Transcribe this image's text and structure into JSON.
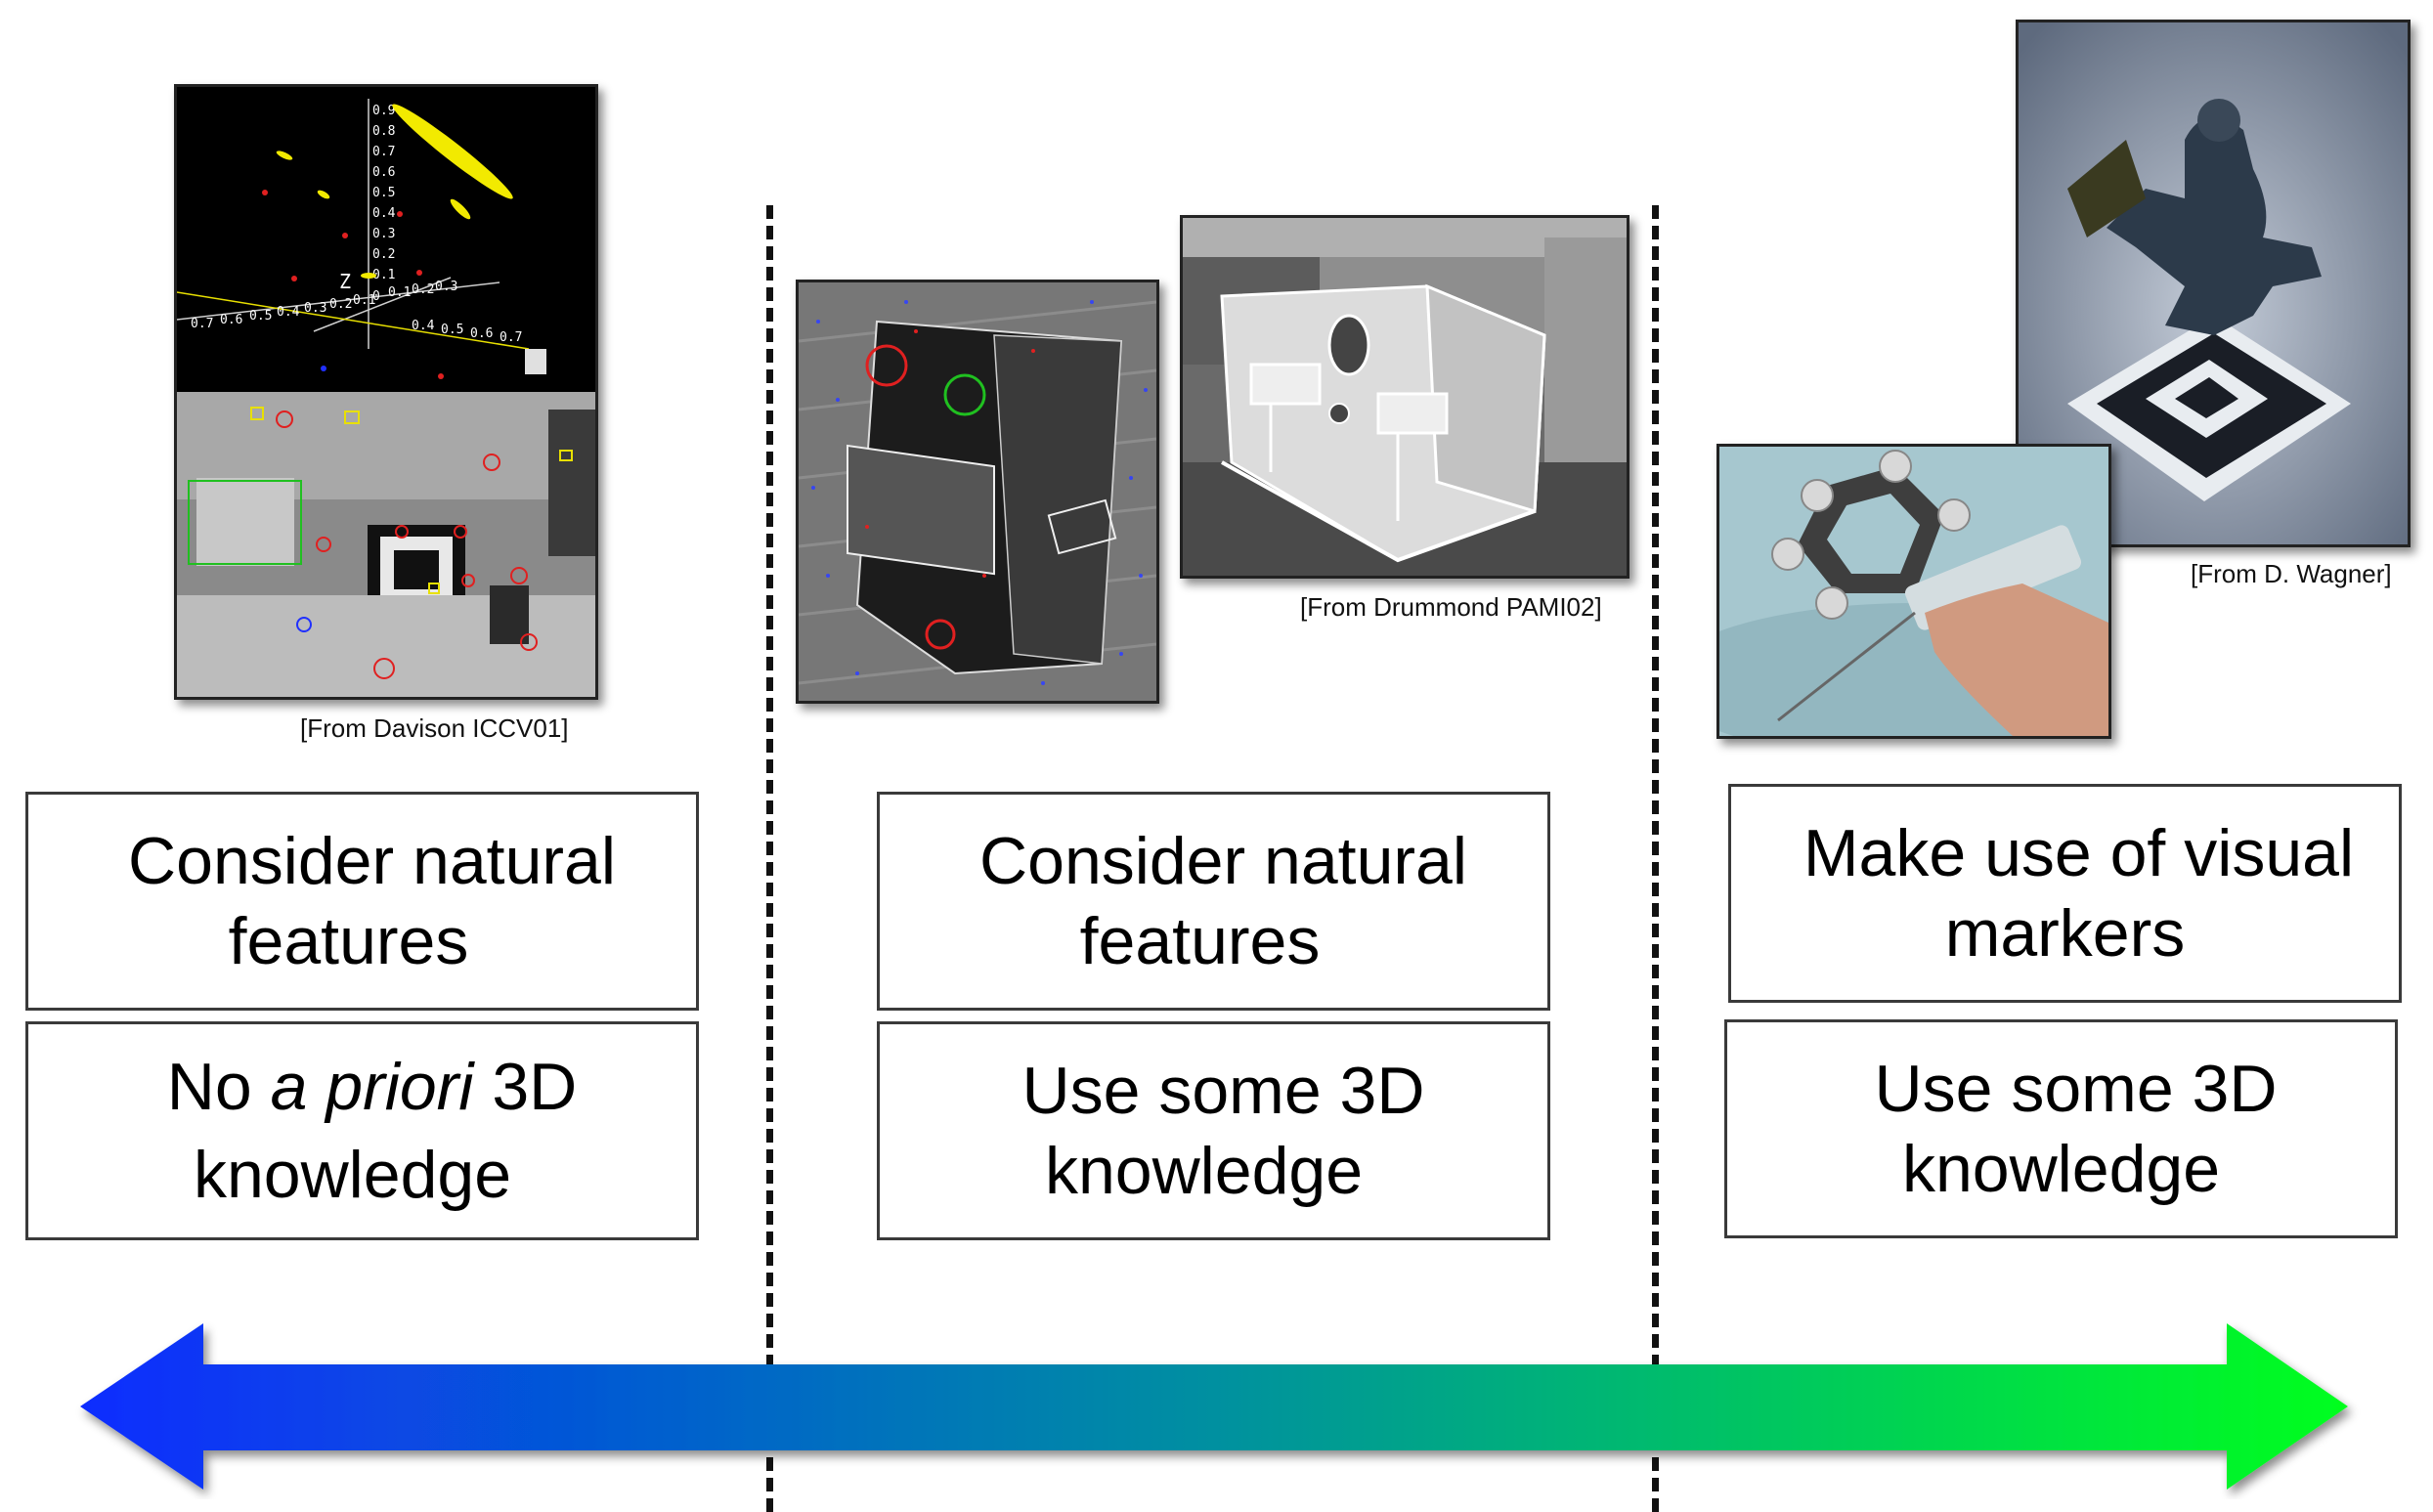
{
  "columns": [
    {
      "id": "left",
      "caption": "[From Davison ICCV01]",
      "feature_box": {
        "line1": "Consider natural",
        "line2": "features"
      },
      "knowledge_box": {
        "line1_pre": "No ",
        "line1_em": "a priori",
        "line1_post": " 3D",
        "line2": "knowledge"
      },
      "plot_ticks": {
        "axis_label": "Z",
        "vertical": [
          "0.9",
          "0.8",
          "0.7",
          "0.6",
          "0.5",
          "0.4",
          "0.3",
          "0.2",
          "0.1"
        ],
        "horizontal": [
          "0.7",
          "0.6",
          "0.5",
          "0.4",
          "0.3",
          "0.2",
          "0.1",
          "0",
          "0.1",
          "0.2",
          "0.3",
          "0.4",
          "0.5",
          "0.6",
          "0.7"
        ]
      }
    },
    {
      "id": "middle",
      "caption": "[From Drummond PAMI02]",
      "feature_box": {
        "line1": "Consider natural",
        "line2": "features"
      },
      "knowledge_box": {
        "line1": "Use some 3D",
        "line2": "knowledge"
      }
    },
    {
      "id": "right",
      "caption": "[From D. Wagner]",
      "feature_box": {
        "line1": "Make use of visual",
        "line2": "markers"
      },
      "knowledge_box": {
        "line1": "Use some 3D",
        "line2": "knowledge"
      }
    }
  ],
  "arrow": {
    "gradient": [
      "#0a2cff",
      "#0090a0",
      "#00ff1e"
    ],
    "direction": "bidirectional"
  }
}
